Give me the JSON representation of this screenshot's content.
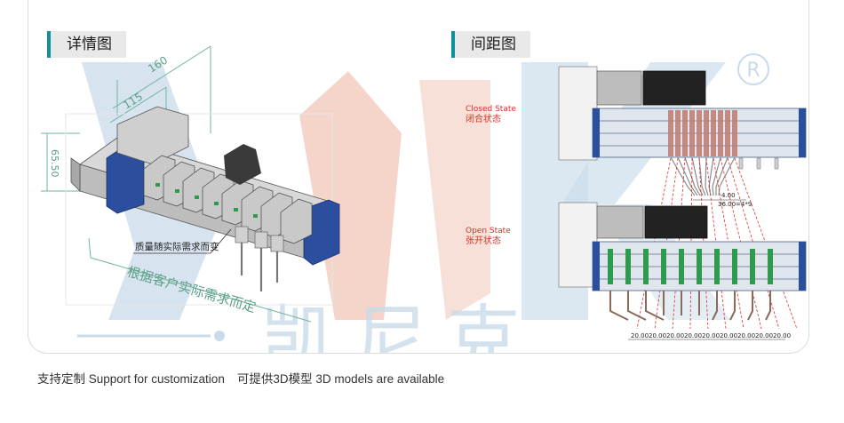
{
  "left_section": {
    "title": "详情图",
    "dim_160": "160",
    "dim_115": "115",
    "dim_65_50": "65.50",
    "callout": "质量随实际需求而变",
    "length_note": "根据客户实际需求而定"
  },
  "right_section": {
    "title": "间距图",
    "closed_en": "Closed State",
    "closed_cn": "闭合状态",
    "open_en": "Open State",
    "open_cn": "张开状态",
    "dim_400": "4.00",
    "dim_pitch": "36.00=4*9",
    "spacing_labels": [
      "20.00",
      "20.00",
      "20.00",
      "20.00",
      "20.00",
      "20.00",
      "20.00",
      "20.00",
      "20.00"
    ]
  },
  "watermark": {
    "brand_cn": "凯尼克",
    "registered": "R"
  },
  "footer": {
    "custom": "支持定制 Support for customization",
    "models": "可提供3D模型  3D models are available"
  },
  "colors": {
    "accent_teal": "#0f8f9b",
    "watermark_blue": "#c9dbe9",
    "watermark_salmon": "#f2cbbd",
    "rail_blue": "#2b4f9e",
    "label_red": "#d9322c"
  }
}
